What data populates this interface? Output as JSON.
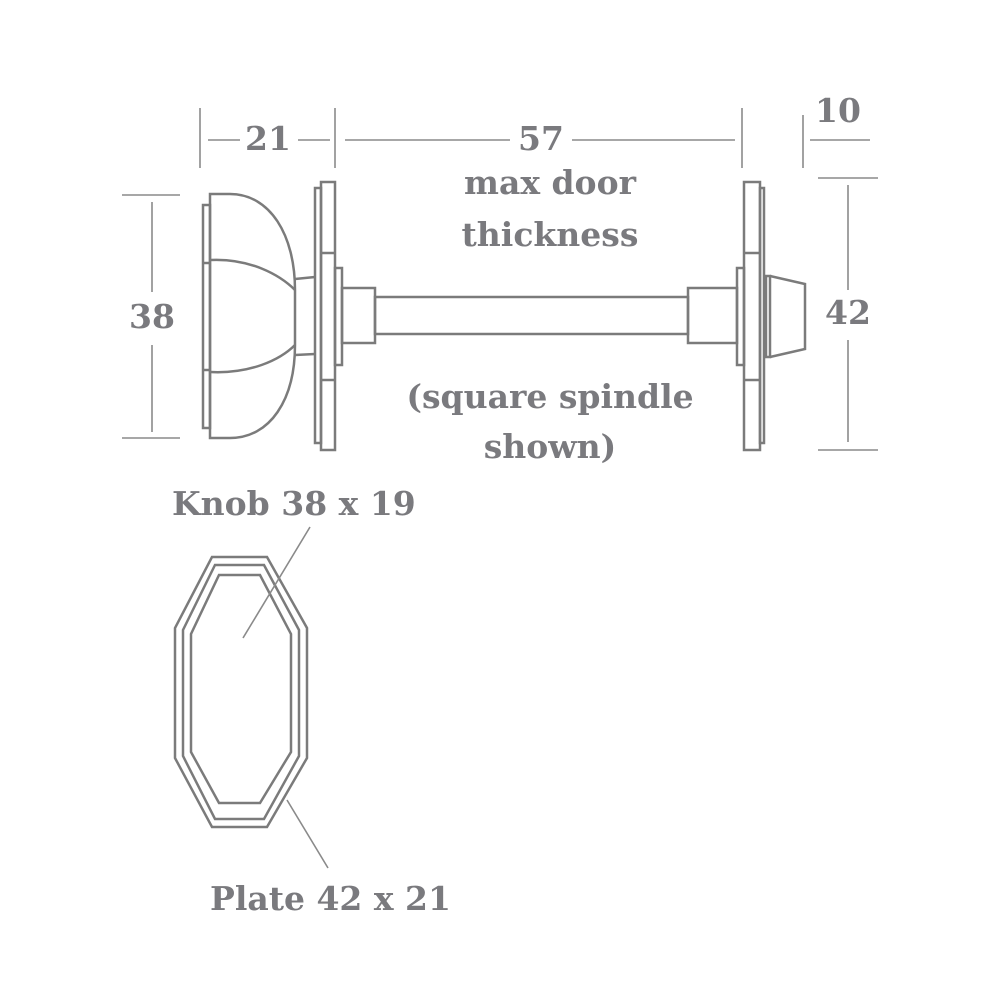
{
  "dimensions": {
    "knob_depth": "21",
    "door_thickness": "57",
    "door_thickness_note_line1": "max door",
    "door_thickness_note_line2": "thickness",
    "turn_depth": "10",
    "knob_height": "38",
    "plate_height": "42"
  },
  "spindle_note": {
    "line1": "(square spindle",
    "line2": "shown)"
  },
  "labels": {
    "knob": "Knob 38 x 19",
    "plate": "Plate 42 x 21"
  },
  "colors": {
    "line": "#7b7b7b",
    "text": "#7a7a7e"
  }
}
